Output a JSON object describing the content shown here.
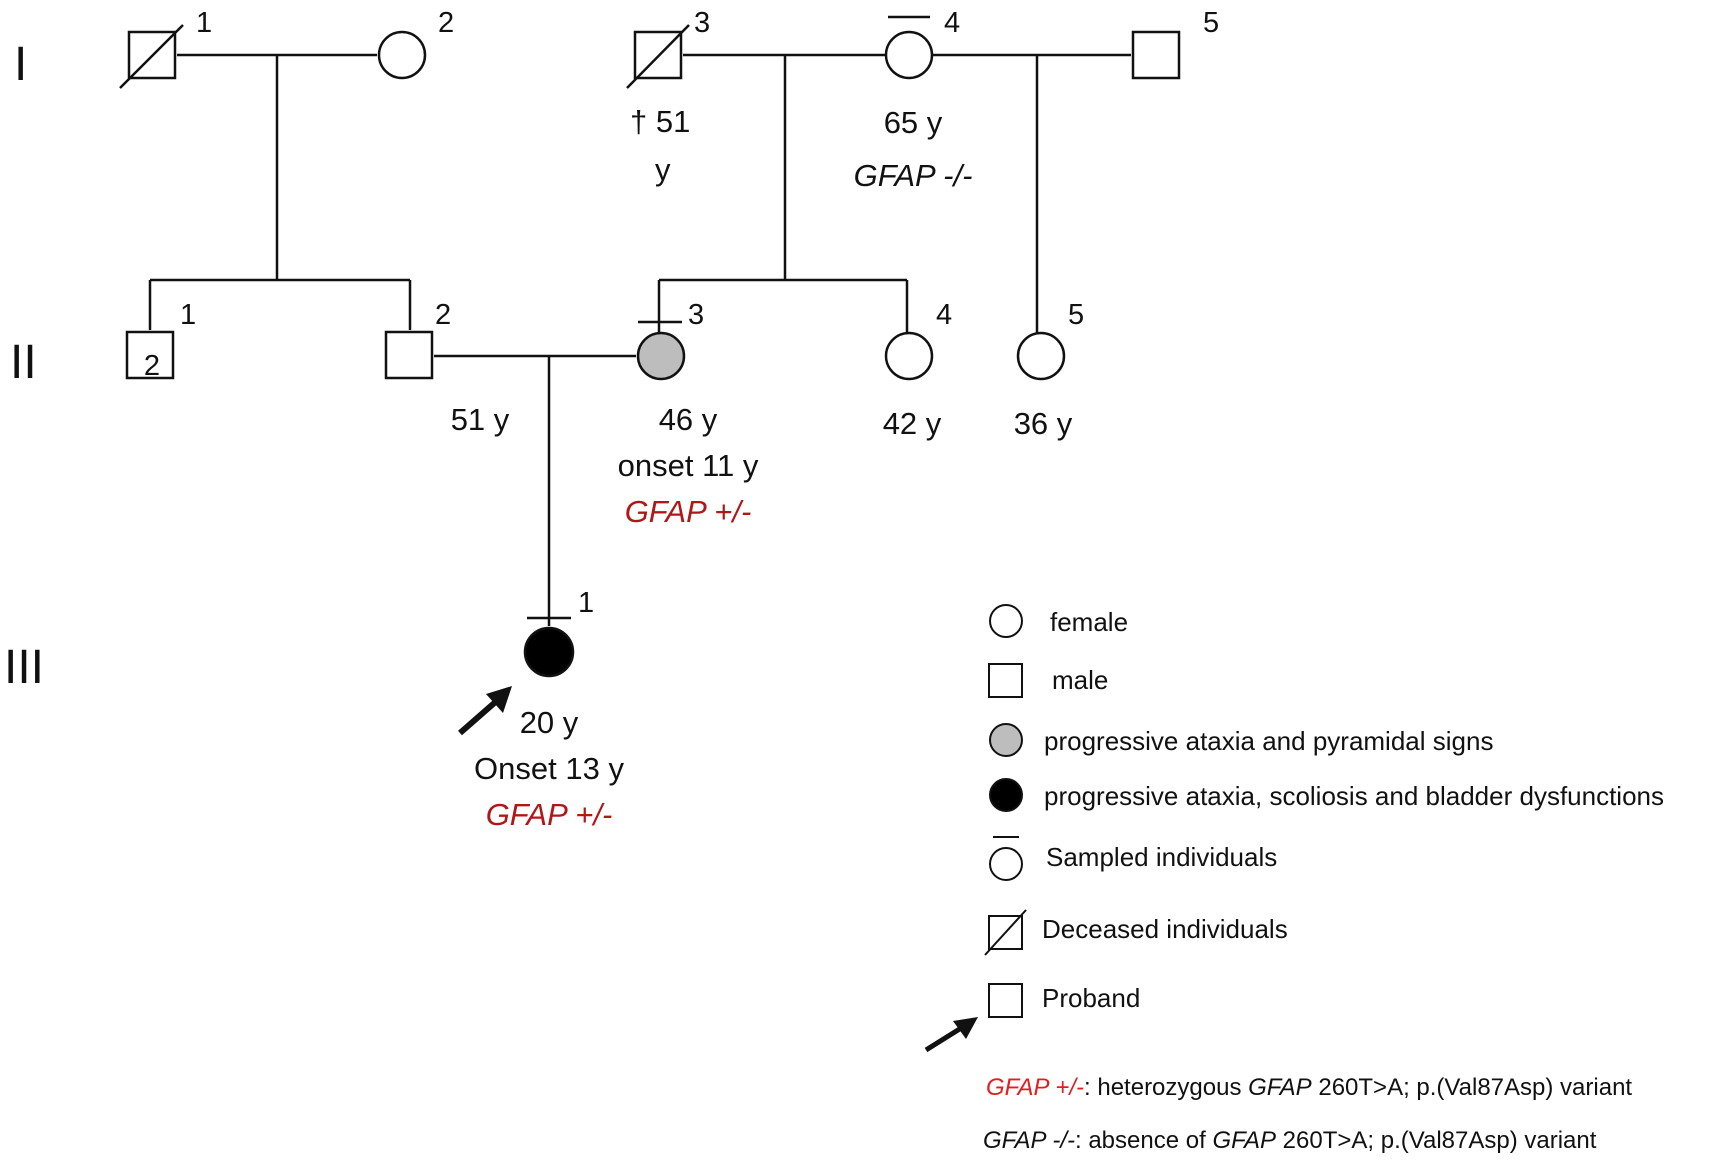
{
  "generations": [
    "I",
    "II",
    "III"
  ],
  "colors": {
    "line": "#111111",
    "affected_mild": "#bdbdbd",
    "affected_full": "#000000",
    "variant_text": "#b01818",
    "legend_red": "#e02020"
  },
  "individuals": {
    "I1": {
      "number": "1",
      "sex": "male",
      "deceased": true
    },
    "I2": {
      "number": "2",
      "sex": "female"
    },
    "I3": {
      "number": "3",
      "sex": "male",
      "deceased": true,
      "age_line1": "† 51",
      "age_line2": "y"
    },
    "I4": {
      "number": "4",
      "sex": "female",
      "sampled": true,
      "age": "65 y",
      "genotype": "GFAP -/-"
    },
    "I5": {
      "number": "5",
      "sex": "male"
    },
    "II1": {
      "number": "1",
      "sex": "male",
      "count": "2"
    },
    "II2": {
      "number": "2",
      "sex": "male",
      "age": "51 y"
    },
    "II3": {
      "number": "3",
      "sex": "female",
      "sampled": true,
      "affected": "progressive ataxia and pyramidal signs",
      "age": "46 y",
      "onset": "onset 11 y",
      "genotype": "GFAP +/-"
    },
    "II4": {
      "number": "4",
      "sex": "female",
      "age": "42 y"
    },
    "II5": {
      "number": "5",
      "sex": "female",
      "age": "36 y"
    },
    "III1": {
      "number": "1",
      "sex": "female",
      "sampled": true,
      "proband": true,
      "affected": "progressive ataxia, scoliosis and bladder dysfunctions",
      "age": "20 y",
      "onset": "Onset 13 y",
      "genotype": "GFAP +/-"
    }
  },
  "legend": {
    "female": "female",
    "male": "male",
    "affected_mild": "progressive ataxia and pyramidal signs",
    "affected_full": "progressive ataxia, scoliosis and bladder dysfunctions",
    "sampled": "Sampled individuals",
    "deceased": "Deceased individuals",
    "proband": "Proband"
  },
  "footnotes": {
    "het_label": "GFAP +/-",
    "het_p1": ": heterozygous ",
    "het_gene": "GFAP",
    "het_p2": " 260T>A; p.(Val87Asp) variant",
    "abs_label": "GFAP -/-",
    "abs_p1": ": absence of ",
    "abs_gene": "GFAP",
    "abs_p2": " 260T>A; p.(Val87Asp) variant"
  }
}
